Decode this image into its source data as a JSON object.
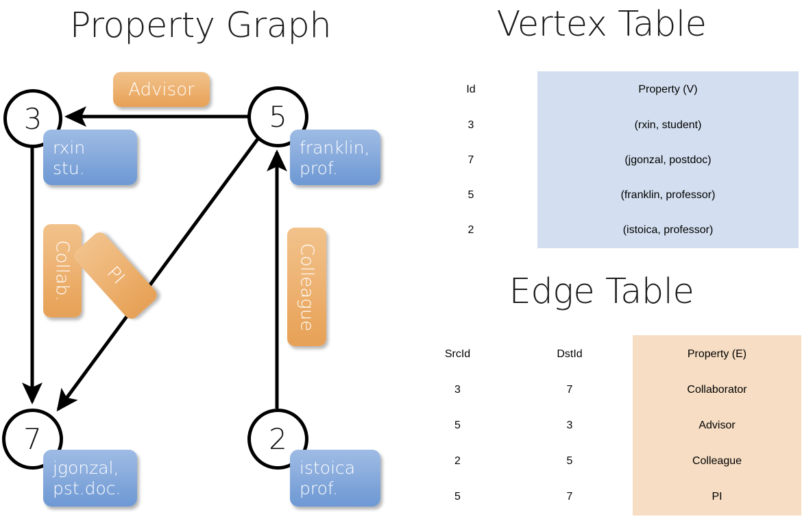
{
  "titles": {
    "graph": "Property Graph",
    "vertex_table": "Vertex Table",
    "edge_table": "Edge Table"
  },
  "graph": {
    "nodes": [
      {
        "id": "3",
        "property": [
          "rxin",
          "stu."
        ]
      },
      {
        "id": "5",
        "property": [
          "franklin,",
          "prof."
        ]
      },
      {
        "id": "7",
        "property": [
          "jgonzal,",
          "pst.doc."
        ]
      },
      {
        "id": "2",
        "property": [
          "istoica",
          "prof."
        ]
      }
    ],
    "edge_labels": [
      {
        "name": "advisor",
        "text": "Advisor"
      },
      {
        "name": "collab",
        "text": "Collab."
      },
      {
        "name": "pi",
        "text": "PI"
      },
      {
        "name": "colleague",
        "text": "Colleague"
      }
    ],
    "edges": [
      {
        "src": "5",
        "dst": "3",
        "label": "Advisor"
      },
      {
        "src": "3",
        "dst": "7",
        "label": "Collab."
      },
      {
        "src": "5",
        "dst": "7",
        "label": "PI"
      },
      {
        "src": "2",
        "dst": "5",
        "label": "Colleague"
      }
    ]
  },
  "vertex_table": {
    "headers": [
      "Id",
      "Property (V)"
    ],
    "rows": [
      {
        "id": "3",
        "property": "(rxin, student)"
      },
      {
        "id": "7",
        "property": "(jgonzal, postdoc)"
      },
      {
        "id": "5",
        "property": "(franklin, professor)"
      },
      {
        "id": "2",
        "property": "(istoica, professor)"
      }
    ]
  },
  "edge_table": {
    "headers": [
      "SrcId",
      "DstId",
      "Property (E)"
    ],
    "rows": [
      {
        "src": "3",
        "dst": "7",
        "property": "Collaborator"
      },
      {
        "src": "5",
        "dst": "3",
        "property": "Advisor"
      },
      {
        "src": "2",
        "dst": "5",
        "property": "Colleague"
      },
      {
        "src": "5",
        "dst": "7",
        "property": "PI"
      }
    ]
  },
  "colors": {
    "vertex_property_fill": "#d3dff0",
    "edge_property_fill": "#f6ddc3",
    "node_box_blue": "#8fb0df",
    "edge_label_orange": "#eeb475",
    "stroke": "#111111"
  }
}
